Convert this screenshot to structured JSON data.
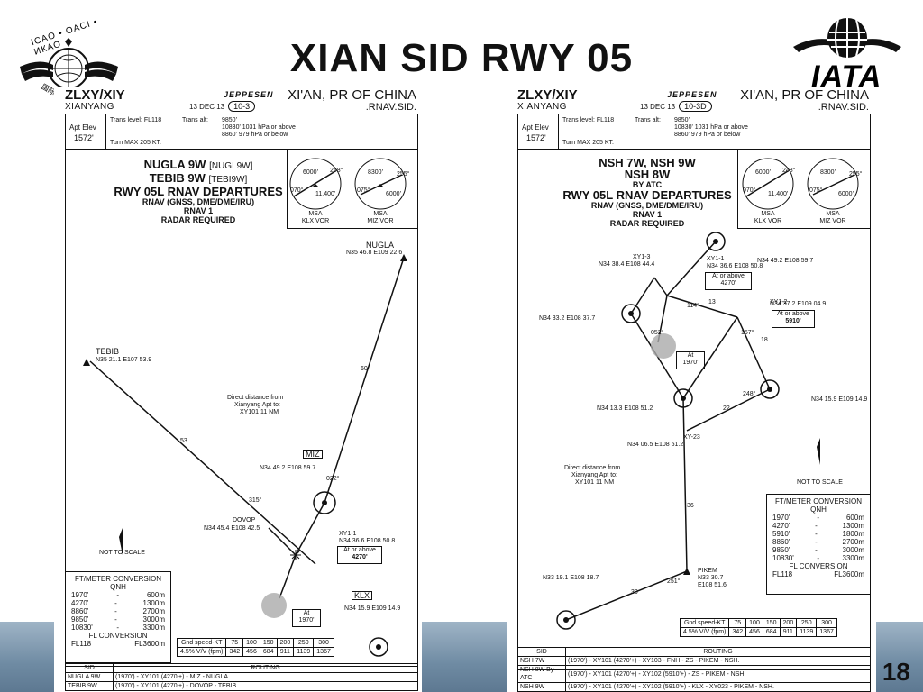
{
  "slide": {
    "title": "XIAN SID RWY 05",
    "page_number": "18",
    "icao_logo_text": "ICAO • OACI • ИКАО",
    "icao_logo_cn": "国际民航组",
    "iata_logo_text": "IATA"
  },
  "left_chart": {
    "airport_id": "ZLXY/XIY",
    "airport_name": "XIANYANG",
    "date": "13 DEC 13",
    "index": "10-3",
    "publisher": "JEPPESEN",
    "city": "XI'AN, PR OF CHINA",
    "proc": ".RNAV.SID.",
    "apt_elev_label": "Apt Elev",
    "apt_elev": "1572'",
    "trans_level": "Trans level: FL118",
    "trans_alt_label": "Trans alt:",
    "trans_alt_1": "9850'",
    "trans_alt_2": "10830' 1031 hPa or above",
    "trans_alt_3": "8860'  979 hPa or below",
    "turn_max": "Turn MAX 205 KT.",
    "title_1": "NUGLA 9W",
    "title_1_code": "[NUGL9W]",
    "title_2": "TEBIB 9W",
    "title_2_code": "[TEBI9W]",
    "title_3": "RWY 05L RNAV DEPARTURES",
    "title_4": "RNAV (GNSS, DME/DME/IRU)",
    "title_5": "RNAV 1",
    "title_6": "RADAR REQUIRED",
    "msa1": {
      "label": "MSA",
      "sub": "KLX VOR",
      "a": "6000'",
      "b": "11,400'",
      "c": "248°",
      "d": "070°"
    },
    "msa2": {
      "label": "MSA",
      "sub": "MIZ VOR",
      "a": "8300'",
      "b": "6000'",
      "c": "255°",
      "d": "075°"
    },
    "nugla": "NUGLA",
    "nugla_pos": "N35 46.8 E109 22.6",
    "tebib": "TEBIB",
    "tebib_pos": "N35 21.1 E107 53.9",
    "direct_distance": [
      "Direct distance from",
      "Xianyang Apt to:",
      "XY101  11 NM"
    ],
    "miz_pos": "N34 49.2 E108 59.7",
    "miz_id": "MIZ",
    "dovop": "DOVOP",
    "dovop_pos": "N34 45.4 E108 42.5",
    "xy101": "XY1-1",
    "xy101_pos": "N34 36.6 E108 50.8",
    "at_or_above": "At or above",
    "at_or_above_val": "4270'",
    "at_label": "At",
    "at_val": "1970'",
    "klx_pos": "N34 15.9 E109 14.9",
    "klx_id": "KLX",
    "leg_53": "53",
    "leg_60": "60",
    "crs_315": "315°",
    "crs_022": "022°",
    "not_to_scale": "NOT TO SCALE",
    "conv_title": "FT/METER CONVERSION",
    "conv_qnh": "QNH",
    "conv_rows": [
      [
        "1970'",
        "600m"
      ],
      [
        "4270'",
        "1300m"
      ],
      [
        "8860'",
        "2700m"
      ],
      [
        "9850'",
        "3000m"
      ],
      [
        "10830'",
        "3300m"
      ]
    ],
    "fl_conv_title": "FL CONVERSION",
    "fl_conv": [
      "FL118",
      "FL3600m"
    ],
    "gs_row1": [
      "Gnd speed-KT",
      "75",
      "100",
      "150",
      "200",
      "250",
      "300"
    ],
    "gs_row2": [
      "4.5% V/V (fpm)",
      "342",
      "456",
      "684",
      "911",
      "1139",
      "1367"
    ],
    "routing_hdr": [
      "SID",
      "ROUTING"
    ],
    "routing": [
      [
        "NUGLA 9W",
        "(1970') - XY101 (4270'+) - MIZ - NUGLA."
      ],
      [
        "TEBIB 9W",
        "(1970') - XY101 (4270'+) - DOVOP - TEBIB."
      ]
    ]
  },
  "right_chart": {
    "airport_id": "ZLXY/XIY",
    "airport_name": "XIANYANG",
    "date": "13 DEC 13",
    "index": "10-3D",
    "publisher": "JEPPESEN",
    "city": "XI'AN, PR OF CHINA",
    "proc": ".RNAV.SID.",
    "apt_elev_label": "Apt Elev",
    "apt_elev": "1572'",
    "trans_level": "Trans level: FL118",
    "trans_alt_label": "Trans alt:",
    "trans_alt_1": "9850'",
    "trans_alt_2": "10830' 1031 hPa or above",
    "trans_alt_3": "8860'  979 hPa or below",
    "turn_max": "Turn MAX 205 KT.",
    "title_1": "NSH 7W, NSH 9W",
    "title_2": "NSH 8W",
    "title_2b": "BY ATC",
    "title_3": "RWY 05L RNAV DEPARTURES",
    "title_4": "RNAV (GNSS, DME/DME/IRU)",
    "title_5": "RNAV 1",
    "title_6": "RADAR REQUIRED",
    "msa1": {
      "label": "MSA",
      "sub": "KLX VOR",
      "a": "6000'",
      "b": "11,400'",
      "c": "248°",
      "d": "070°"
    },
    "msa2": {
      "label": "MSA",
      "sub": "MIZ VOR",
      "a": "8300'",
      "b": "6000'",
      "c": "255°",
      "d": "075°"
    },
    "miz_pos": "N34 49.2 E108 59.7",
    "xy103": "XY1-3",
    "xy103_pos": "N34 38.4 E108 44.4",
    "xy101": "XY1-1",
    "xy101_pos": "N34 36.6 E108 50.8",
    "at_or_above": "At or above",
    "at_or_above_val1": "4270'",
    "fnh_pos": "N34 33.2 E108 37.7",
    "xy102": "XY1-2",
    "xy102_pos": "N34 37.2 E109 04.9",
    "at_or_above_val2": "5910'",
    "at_label": "At",
    "at_val": "1970'",
    "zs_pos": "N34 13.3 E108 51.2",
    "klx_pos": "N34 15.9 E109 14.9",
    "xy023": "XY-23",
    "xy023_pos": "N34 06.5 E108 51.2",
    "direct_distance": [
      "Direct distance from",
      "Xianyang Apt to:",
      "XY101  11 NM"
    ],
    "not_to_scale": "NOT TO SCALE",
    "pikem": "PIKEM",
    "pikem_pos": [
      "N33 30.7",
      "E108 51.6"
    ],
    "nsh_pos": "N33 19.1 E108 18.7",
    "crs_251": "251°",
    "crs_248": "248°",
    "crs_157": "157°",
    "crs_114": "114°",
    "crs_052": "052°",
    "leg_30": "30",
    "leg_36": "36",
    "leg_22": "22",
    "leg_18": "18",
    "leg_13": "13",
    "conv_title": "FT/METER CONVERSION",
    "conv_qnh": "QNH",
    "conv_rows": [
      [
        "1970'",
        "600m"
      ],
      [
        "4270'",
        "1300m"
      ],
      [
        "5910'",
        "1800m"
      ],
      [
        "8860'",
        "2700m"
      ],
      [
        "9850'",
        "3000m"
      ],
      [
        "10830'",
        "3300m"
      ]
    ],
    "fl_conv_title": "FL CONVERSION",
    "fl_conv": [
      "FL118",
      "FL3600m"
    ],
    "gs_row1": [
      "Gnd speed-KT",
      "75",
      "100",
      "150",
      "200",
      "250",
      "300"
    ],
    "gs_row2": [
      "4.5% V/V (fpm)",
      "342",
      "456",
      "684",
      "911",
      "1139",
      "1367"
    ],
    "routing_hdr": [
      "SID",
      "ROUTING"
    ],
    "routing": [
      [
        "NSH 7W",
        "(1970') - XY101 (4270'+) - XY103 - FNH - ZS - PIKEM - NSH."
      ],
      [
        "NSH 8W By ATC",
        "(1970') - XY101 (4270'+) - XY102 (5910'+) - ZS - PIKEM - NSH."
      ],
      [
        "NSH 9W",
        "(1970') - XY101 (4270'+) - XY102 (5910'+) - KLX - XY023 - PIKEM - NSH."
      ]
    ]
  }
}
